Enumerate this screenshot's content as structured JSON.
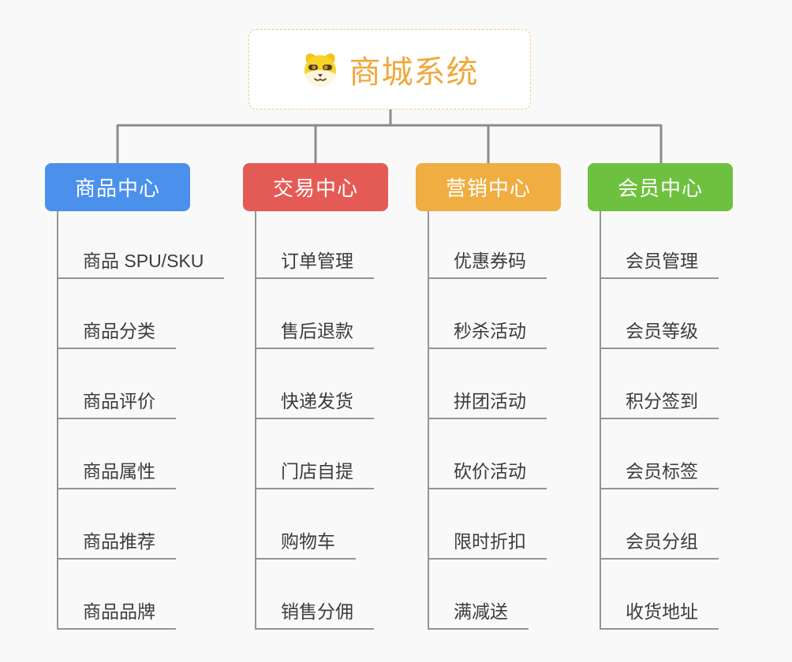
{
  "root": {
    "title": "商城系统",
    "icon": "dog-face-icon",
    "title_color": "#efa93c",
    "border_color": "#f2c88b"
  },
  "branches": [
    {
      "id": "product-center",
      "label": "商品中心",
      "color": "#4b91ec",
      "items": [
        "商品 SPU/SKU",
        "商品分类",
        "商品评价",
        "商品属性",
        "商品推荐",
        "商品品牌"
      ]
    },
    {
      "id": "trade-center",
      "label": "交易中心",
      "color": "#e45b55",
      "items": [
        "订单管理",
        "售后退款",
        "快递发货",
        "门店自提",
        "购物车",
        "销售分佣"
      ]
    },
    {
      "id": "marketing-center",
      "label": "营销中心",
      "color": "#efad42",
      "items": [
        "优惠券码",
        "秒杀活动",
        "拼团活动",
        "砍价活动",
        "限时折扣",
        "满减送"
      ]
    },
    {
      "id": "member-center",
      "label": "会员中心",
      "color": "#6ec13f",
      "items": [
        "会员管理",
        "会员等级",
        "积分签到",
        "会员标签",
        "会员分组",
        "收货地址"
      ]
    }
  ],
  "colors": {
    "connector": "#8c8c8c",
    "leaf_line": "#949494",
    "leaf_text": "#3c3c3c",
    "background": "#f9f9f9"
  }
}
